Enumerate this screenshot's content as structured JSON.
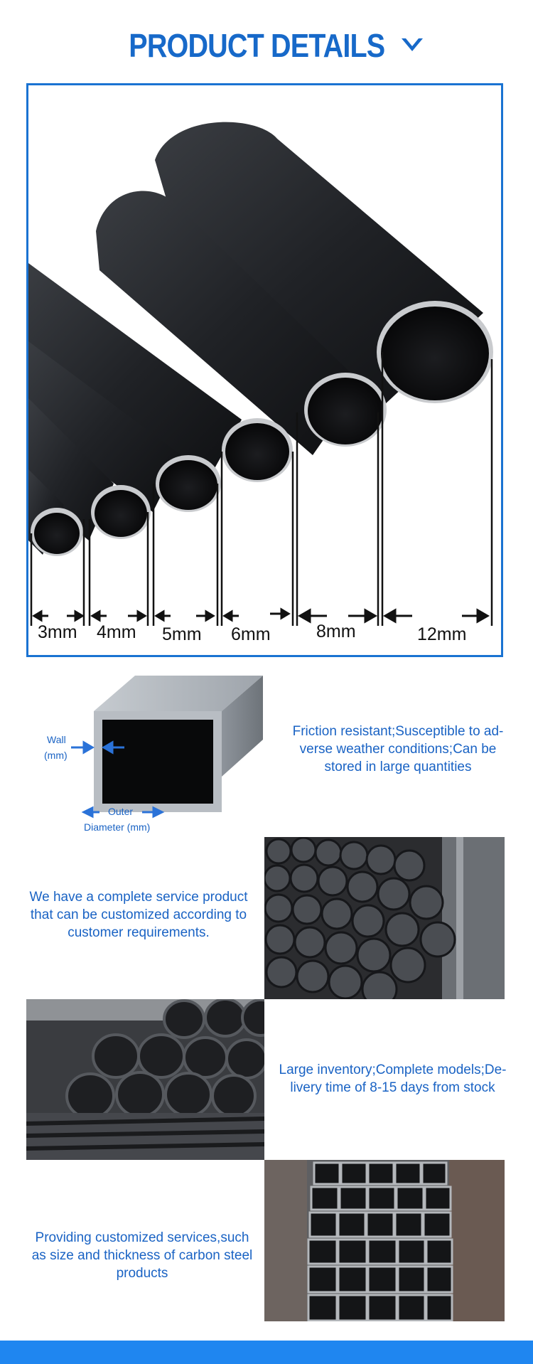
{
  "header": {
    "title": "PRODUCT DETAILS"
  },
  "colors": {
    "accent": "#1a73d2",
    "text_blue": "#1a63c4",
    "bar": "#1f86f0"
  },
  "hero": {
    "sizes": [
      "3mm",
      "4mm",
      "5mm",
      "6mm",
      "8mm",
      "12mm"
    ]
  },
  "diagram": {
    "wall_label": "Wall",
    "wall_unit": "(mm)",
    "outer_label": "Outer",
    "diameter_label": "Diameter (mm)"
  },
  "features": [
    {
      "text_lines": [
        "Friction resistant;Susceptible to ad-",
        "verse weather conditions;Can be",
        "stored in large quantities"
      ]
    },
    {
      "text_lines": [
        "We have a complete service product",
        "that can be customized according to",
        "customer requirements."
      ]
    },
    {
      "text_lines": [
        "Large inventory;Complete models;De-",
        "livery time of 8-15 days from stock"
      ]
    },
    {
      "text_lines": [
        "Providing customized services,such",
        "as size and thickness of carbon steel",
        "products"
      ]
    }
  ]
}
